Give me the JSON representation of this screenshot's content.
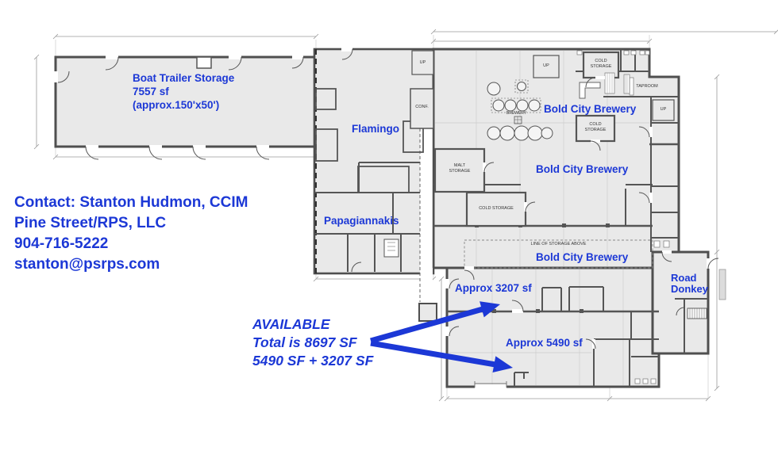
{
  "colors": {
    "annotation_blue": "#1c38d6",
    "floor_fill": "#e9e9e9",
    "wall_gray": "#4f4f4f"
  },
  "contact": {
    "line1": "Contact: Stanton Hudmon, CCIM",
    "line2": "Pine Street/RPS, LLC",
    "line3": "904-716-5222",
    "line4": "stanton@psrps.com"
  },
  "availability": {
    "line1": "AVAILABLE",
    "line2": "Total is 8697 SF",
    "line3": "5490 SF + 3207 SF"
  },
  "tenants": {
    "boat_trailer_storage": {
      "name": "Boat Trailer Storage",
      "size": "7557 sf",
      "dimensions": "(approx.150'x50')"
    },
    "flamingo": {
      "name": "Flamingo"
    },
    "papagiannakis": {
      "name": "Papagiannakis"
    },
    "bold_city_brewery_north": {
      "name": "Bold City Brewery"
    },
    "bold_city_brewery_central": {
      "name": "Bold City Brewery"
    },
    "bold_city_brewery_south": {
      "name": "Bold City Brewery"
    },
    "road_donkey": {
      "name_line1": "Road",
      "name_line2": "Donkey"
    },
    "available_unit_a": {
      "name": "Approx 3207 sf"
    },
    "available_unit_b": {
      "name": "Approx 5490 sf"
    }
  },
  "plan_labels": {
    "cold_storage_top": "COLD\nSTORAGE",
    "cold_storage_mid": "COLD\nSTORAGE",
    "cold_storage_low": "COLD STORAGE",
    "malt_storage": "MALT\nSTORAGE",
    "taproom": "TAPROOM",
    "conf": "CONF.",
    "brewery": "BREWERY",
    "line_of_storage": "LINE OF STORAGE ABOVE",
    "up_stair_1": "UP",
    "up_stair_2": "UP",
    "up_stair_3": "UP"
  }
}
